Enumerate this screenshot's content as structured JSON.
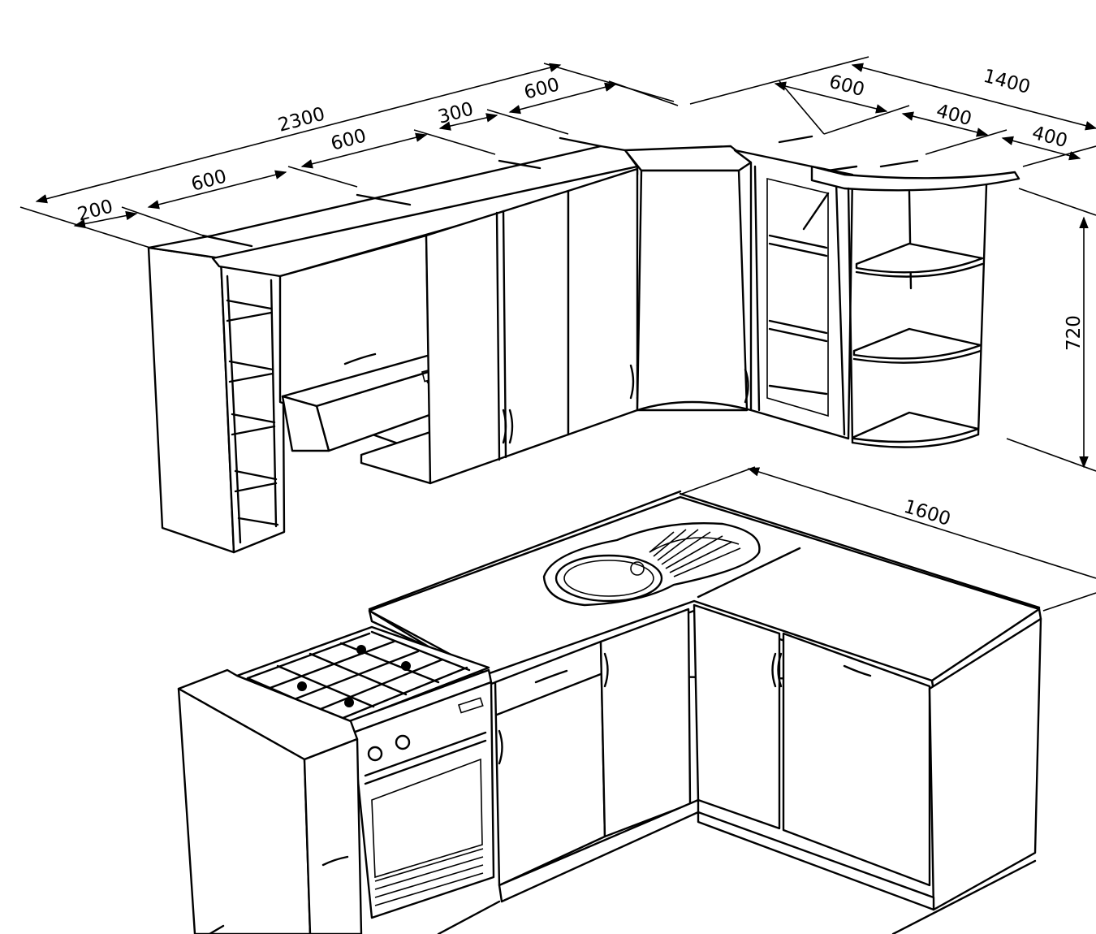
{
  "dimensions": {
    "upper_total_length": "2300",
    "upper_seg_200": "200",
    "upper_seg_600_a": "600",
    "upper_seg_600_b": "600",
    "upper_seg_300": "300",
    "upper_seg_600_c": "600",
    "right_seg_600": "600",
    "right_total_length": "1400",
    "right_seg_400_a": "400",
    "right_seg_400_b": "400",
    "upper_height": "720",
    "lower_right_length": "1600"
  },
  "colors": {
    "line": "#000000",
    "background": "#ffffff"
  }
}
